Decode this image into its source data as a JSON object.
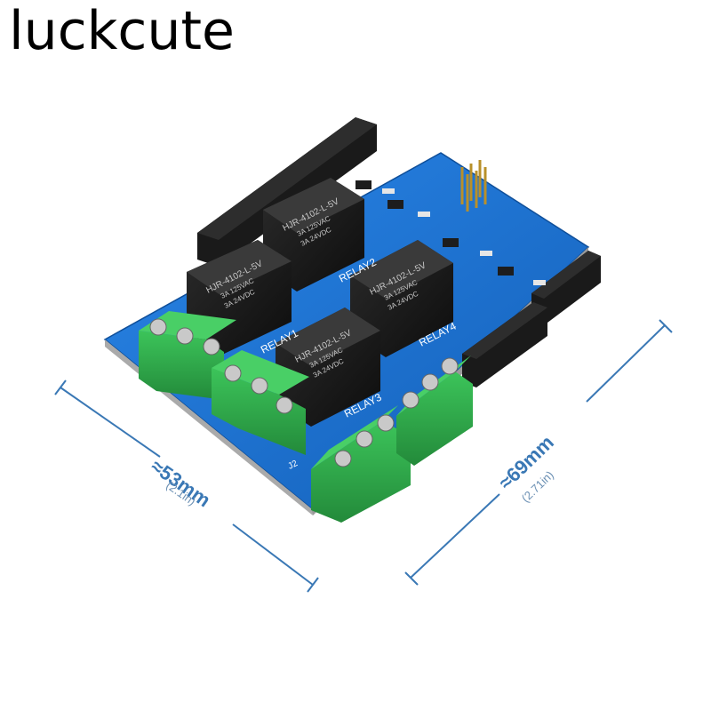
{
  "brand": {
    "text": "luckcute"
  },
  "dimensions": {
    "width_label": "≈53mm",
    "width_sub": "(2.1in)",
    "length_label": "≈69mm",
    "length_sub": "(2.71in)"
  },
  "relays": [
    {
      "model": "HJR-4102-L-5V",
      "rating1": "3A 125VAC",
      "rating2": "3A 24VDC"
    },
    {
      "model": "HJR-4102-L-5V",
      "rating1": "3A 125VAC",
      "rating2": "3A 24VDC"
    },
    {
      "model": "HJR-4102-L-5V",
      "rating1": "3A 125VAC",
      "rating2": "3A 24VDC"
    },
    {
      "model": "HJR-4102-L-5V",
      "rating1": "3A 125VAC",
      "rating2": "3A 24VDC"
    }
  ],
  "silkscreen": {
    "relay1": "RELAY1",
    "relay2": "RELAY2",
    "relay3": "RELAY3",
    "relay4": "RELAY4",
    "j2": "J2"
  },
  "colors": {
    "pcb": "#1a6fd0",
    "terminal": "#2fa84a",
    "relay": "#1c1c1c",
    "dimension_line": "#3a78b5"
  }
}
